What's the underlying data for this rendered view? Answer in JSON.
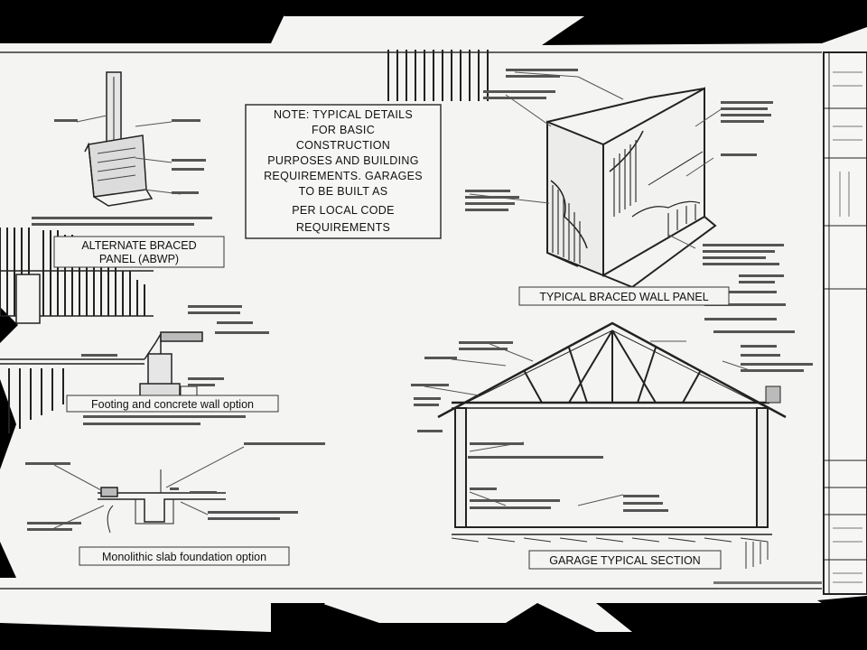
{
  "note": {
    "lines": [
      "NOTE: TYPICAL DETAILS",
      "FOR BASIC",
      "CONSTRUCTION",
      "PURPOSES AND BUILDING",
      "REQUIREMENTS. GARAGES",
      "TO BE BUILT AS",
      "PER LOCAL CODE",
      "REQUIREMENTS"
    ]
  },
  "titles": {
    "alternate_braced": "ALTERNATE BRACED",
    "alternate_braced_2": "PANEL (ABWP)",
    "braced_wall": "TYPICAL BRACED WALL PANEL",
    "footing_option": "Footing and concrete wall option",
    "slab_option": "Monolithic slab foundation option",
    "garage_section": "GARAGE TYPICAL SECTION"
  },
  "colors": {
    "paper": "#f4f4f2",
    "ink": "#1a1a1a",
    "frame": "#000000"
  }
}
